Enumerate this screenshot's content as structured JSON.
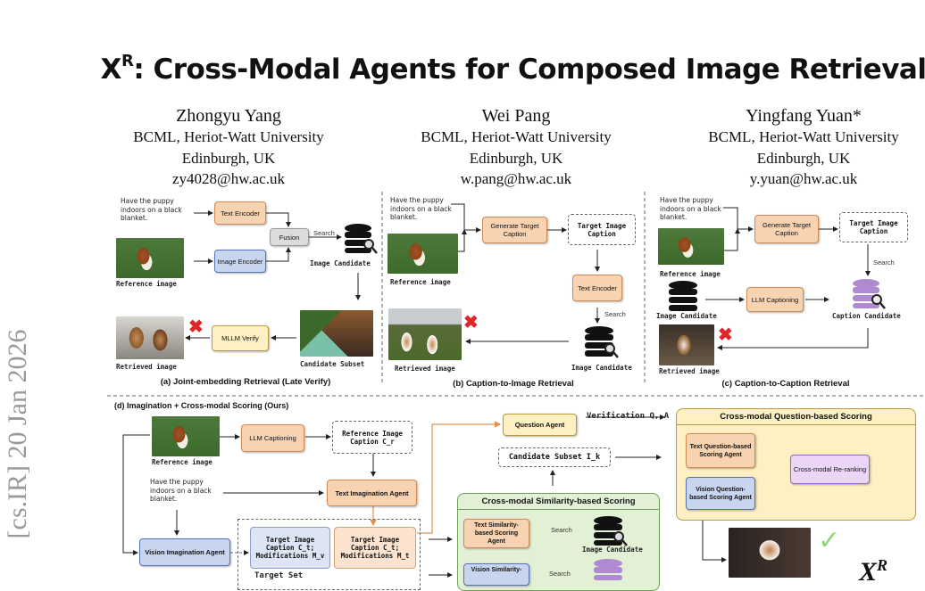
{
  "title": {
    "main": "X",
    "sup": "R",
    "rest": ": Cross-Modal Agents for Composed Image Retrieval"
  },
  "arxiv_stamp": "[cs.IR]  20 Jan 2026",
  "authors": [
    {
      "name": "Zhongyu Yang",
      "affiliation": "BCML, Heriot-Watt University",
      "location": "Edinburgh, UK",
      "email": "zy4028@hw.ac.uk"
    },
    {
      "name": "Wei Pang",
      "affiliation": "BCML, Heriot-Watt University",
      "location": "Edinburgh, UK",
      "email": "w.pang@hw.ac.uk"
    },
    {
      "name": "Yingfang Yuan*",
      "affiliation": "BCML, Heriot-Watt University",
      "location": "Edinburgh, UK",
      "email": "y.yuan@hw.ac.uk"
    }
  ],
  "figure": {
    "query_text": "Have the puppy indoors on a black blanket.",
    "panel_a": {
      "text_encoder": "Text Encoder",
      "image_encoder": "Image Encoder",
      "fusion": "Fusion",
      "search": "Search",
      "image_candidate": "Image Candidate",
      "reference": "Reference image",
      "candidate_subset": "Candidate Subset",
      "verify": "MLLM Verify",
      "retrieved": "Retrieved image",
      "caption": "(a) Joint-embedding Retrieval (Late Verify)"
    },
    "panel_b": {
      "generate": "Generate Target Caption",
      "target_caption": "Target Image Caption",
      "text_encoder": "Text Encoder",
      "search": "Search",
      "image_candidate": "Image Candidate",
      "reference": "Reference image",
      "retrieved": "Retrieved image",
      "caption": "(b) Caption-to-Image Retrieval"
    },
    "panel_c": {
      "generate": "Generate Target Caption",
      "target_caption": "Target Image Caption",
      "search": "Search",
      "image_candidate": "Image Candidate",
      "llm_captioning": "LLM Captioning",
      "caption_candidate": "Caption Candidate",
      "reference": "Reference image",
      "retrieved": "Retrieved image",
      "caption": "(c) Caption-to-Caption Retrieval"
    },
    "panel_d": {
      "heading": "(d) Imagination + Cross-modal Scoring (Ours)",
      "reference": "Reference image",
      "llm_captioning": "LLM Captioning",
      "ref_caption": "Reference Image Caption C_r",
      "text_imagination": "Text Imagination Agent",
      "vision_imagination": "Vision Imagination Agent",
      "target_vision": "Target Image Caption C_t; Modifications M_v",
      "target_text": "Target Image Caption C_t; Modifications M_t",
      "target_set": "Target Set",
      "question_agent": "Question Agent",
      "verification": "Verification Q, A",
      "candidate_subset": "Candidate Subset I_k",
      "similarity_panel": "Cross-modal Similarity-based Scoring",
      "text_sim_agent": "Text Similarity-based Scoring Agent",
      "vision_sim_agent": "Vision Similarity-",
      "search": "Search",
      "image_candidate": "Image Candidate",
      "question_panel": "Cross-modal Question-based Scoring",
      "text_q_agent": "Text Question-based Scoring Agent",
      "vision_q_agent": "Vision Question-based Scoring Agent",
      "reranking": "Cross-modal Re-ranking",
      "logo": "X",
      "logo_sup": "R"
    },
    "colors": {
      "text_module": "#f8d3b2",
      "vision_module": "#c8d5ef",
      "verify_module": "#fdf0c2",
      "caption_db": "#ecd6f8",
      "similarity_panel": "#e2f0d6",
      "fail": "#e0252b",
      "success": "#8fd87a"
    }
  }
}
